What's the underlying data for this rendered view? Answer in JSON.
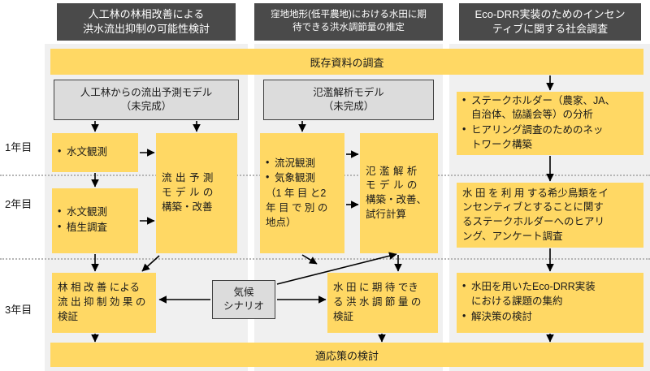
{
  "figure": {
    "title_columns": [
      "人工林の林相改善による洪水流出抑制の可能性検討",
      "窪地地形（低平農地）における水田に期待できる洪水調節量の推定",
      "Eco-DRR実装のためのインセンティブに関する社会調査"
    ],
    "headers": {
      "col1_line1": "人工林の林相改善による",
      "col1_line2": "洪水流出抑制の可能性検討",
      "col2_line1": "窪地地形(低平農地)における水田に期",
      "col2_line2": "待できる洪水調節量の推定",
      "col3_line1": "Eco-DRR実装のためのインセン",
      "col3_line2": "ティブに関する社会調査"
    },
    "top_band": "既存資料の調査",
    "bottom_band": "適応策の検討",
    "year_labels": [
      "1年目",
      "2年目",
      "3年目"
    ],
    "models": {
      "runoff_line1": "人工林からの流出予測モデル",
      "runoff_line2": "（未完成）",
      "flood_line1": "氾濫解析モデル",
      "flood_line2": "（未完成）"
    },
    "col1": {
      "y1_obs": [
        "水文観測"
      ],
      "y2_obs": [
        "水文観測",
        "植生調査"
      ],
      "model_build_l1": "流 出 予 測",
      "model_build_l2": "モ デ ル の",
      "model_build_l3": "構築・改善",
      "y3_l1": "林 相 改 善 による",
      "y3_l2": "流 出 抑 制 効 果 の",
      "y3_l3": "検証"
    },
    "col2": {
      "obs_bullets": [
        "流況観測",
        "気象観測"
      ],
      "obs_note_l1": "（1 年 目 と2",
      "obs_note_l2": "年 目 で 別 の",
      "obs_note_l3": "地点）",
      "model_build_l1": "氾 濫 解 析",
      "model_build_l2": "モ デ ル の",
      "model_build_l3": "構築・改善、",
      "model_build_l4": "試行計算",
      "y3_l1": "水 田 に 期 待 でき",
      "y3_l2": "る 洪 水 調 節 量 の",
      "y3_l3": "検証"
    },
    "col3": {
      "y1_bullets_l1": "ステークホルダー（農家、JA、",
      "y1_bullets_l2": "自治体、協議会等）の分析",
      "y1_bullets_l3": "ヒアリング調査のためのネッ",
      "y1_bullets_l4": "トワーク構築",
      "y2_l1": "水 田 を 利 用 する希少鳥類をイ",
      "y2_l2": "ンセンティブとすることに関す",
      "y2_l3": "るステークホルダーへのヒアリ",
      "y2_l4": "ング、アンケート調査",
      "y3_b1_l1": "水田を用いたEco-DRR実装",
      "y3_b1_l2": "における課題の集約",
      "y3_b2": "解決策の検討"
    },
    "climate": {
      "line1": "気候",
      "line2": "シナリオ"
    },
    "colors": {
      "accent_yellow": "#ffd864",
      "header_gray": "#4a4a4a",
      "model_gray": "#dcdcdc",
      "panel_gray": "#f0f0f0",
      "divider_gray": "#b5b5b5",
      "arrow_black": "#000000"
    }
  }
}
